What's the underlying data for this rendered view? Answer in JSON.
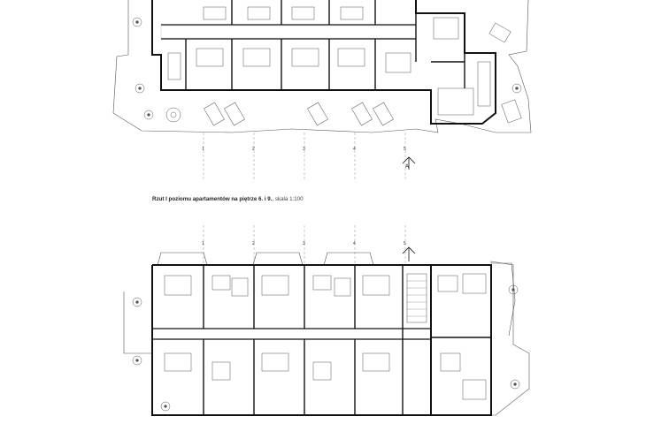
{
  "caption": {
    "title": "Rzut I poziomu apartamentów na piętrze 6. i 9.",
    "scale": "skala 1:100"
  },
  "axes": {
    "labels": [
      "1",
      "2",
      "3",
      "4",
      "5"
    ]
  },
  "section_marker": {
    "label": "A"
  },
  "icons": {
    "wall": "solid-wall-line",
    "furniture": "furniture-outline",
    "outdoor_furniture": "lounge-chair-set",
    "plant": "potted-plant-circle",
    "section": "section-cut-marker"
  },
  "colors": {
    "ink": "#111111",
    "thin": "#444444",
    "hatch": "#9a9a9a",
    "paper": "#ffffff"
  }
}
